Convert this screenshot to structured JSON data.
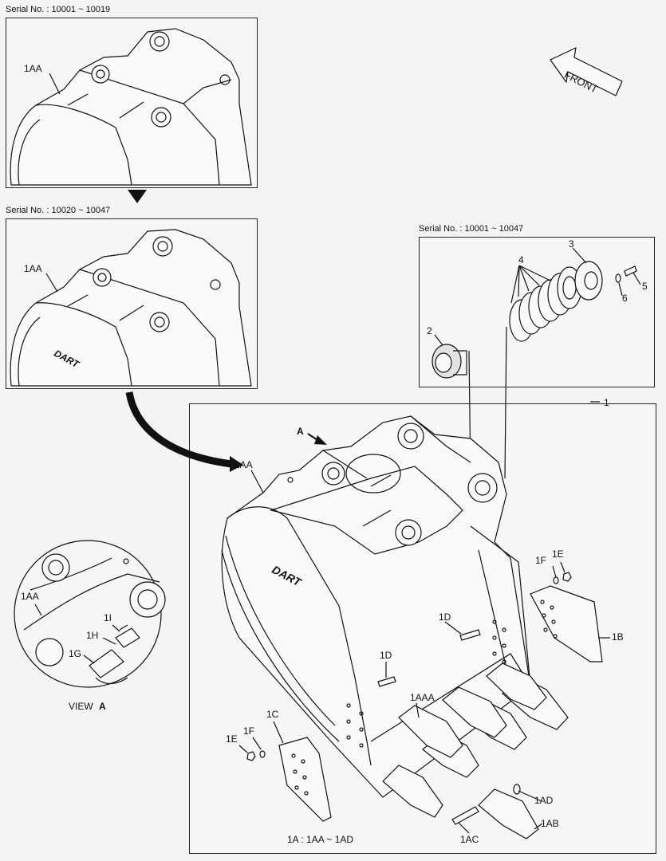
{
  "serial_top": "Serial No. : 10001 ~ 10019",
  "serial_mid": "Serial No. : 10020 ~ 10047",
  "serial_right": "Serial No. : 10001 ~ 10047",
  "front": "FRONT",
  "brand": "DART",
  "view_label": "VIEW",
  "view_letter": "A",
  "arrow_a": "A",
  "assembly_note": "1A : 1AA ~ 1AD",
  "callouts": {
    "c1": "1",
    "c2": "2",
    "c3": "3",
    "c4": "4",
    "c5": "5",
    "c6": "6",
    "c1aa_top": "1AA",
    "c1aa_mid": "1AA",
    "c1aa_main": "1AA",
    "c1aa_view": "1AA",
    "c1aaa": "1AAA",
    "c1ab": "1AB",
    "c1ac": "1AC",
    "c1ad": "1AD",
    "c1b": "1B",
    "c1c": "1C",
    "c1d_a": "1D",
    "c1d_b": "1D",
    "c1e_a": "1E",
    "c1e_b": "1E",
    "c1f_a": "1F",
    "c1f_b": "1F",
    "c1g": "1G",
    "c1h": "1H",
    "c1i": "1I"
  }
}
